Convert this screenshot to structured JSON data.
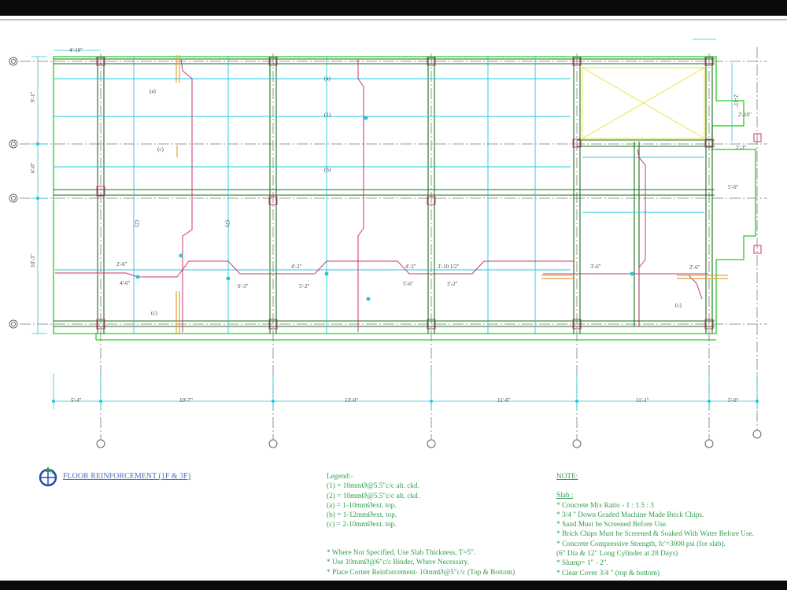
{
  "drawing_title": "FLOOR REINFORCEMENT (1F & 3F)",
  "compass_letter": "N",
  "legend": {
    "heading": "Legend:-",
    "items": [
      "(1) = 10mmØ@5.5\"c/c alt. ckd.",
      "(2) = 10mmØ@5.5\"c/c alt. ckd.",
      "(a) = 1-10mmØext. top.",
      "(b) = 1-12mmØext. top.",
      "(c) = 2-10mmØext. top."
    ],
    "remarks": [
      "* Where Not Specified, Use Slab Thickness, T=5\".",
      "* Use 10mmØ@6\"c/c Binder, Where Necessary.",
      "* Place Corner Reinforcement- 10mmØ@5\"c/c (Top & Bottom)"
    ]
  },
  "note": {
    "heading": "NOTE:",
    "subheading": "Slab :",
    "items": [
      "* Concrete Mix Ratio - 1 : 1.5 : 3",
      "* 3/4 \" Down Graded Machine Made Brick Chips.",
      "* Sand Must be Screened Before Use.",
      "* Brick Chips Must be Screened & Soaked With Water Before Use.",
      "* Concrete Compressive Strength, fc'=3000 psi (for slab).",
      "(6\" Dia & 12\" Long Cylinder at 28 Days)",
      "* Slump= 1\" - 2\".",
      "* Clear Cover 3/4 \" (top & bottom)"
    ]
  },
  "dimensions": {
    "bottom": [
      "5'-4\"",
      "10'-7\"",
      "13'-0\"",
      "11'-6\"",
      "11'-1\"",
      "5'-0\""
    ],
    "top_left": "4'-10\"",
    "left": [
      "9'-1\"",
      "6'-0\"",
      "10'-3\""
    ],
    "right": [
      "2'-11\"",
      "2'-10\"",
      "5'-0\"",
      "2'-3\""
    ],
    "span_marks": [
      "2'-6\"",
      "4'-6\"",
      "4'-2\"",
      "4'-3\"",
      "3'-10 1/2\"",
      "3'-2\"",
      "3'-6\"",
      "5'-2\"",
      "2'-6\"",
      "6'-3\"",
      "5'-6\""
    ]
  },
  "bar_labels": [
    "(a)",
    "(1)",
    "(b)",
    "(c)",
    "(2)",
    "(2)",
    "(c)",
    "(a)",
    "(c)"
  ],
  "colors": {
    "beam": "#1a6e1a",
    "outline": "#22cc22",
    "dim": "#22c8d8",
    "bar": "#cc3377",
    "void": "#e6e64a",
    "text": "#2f9e4a",
    "title": "#4a72c4"
  }
}
